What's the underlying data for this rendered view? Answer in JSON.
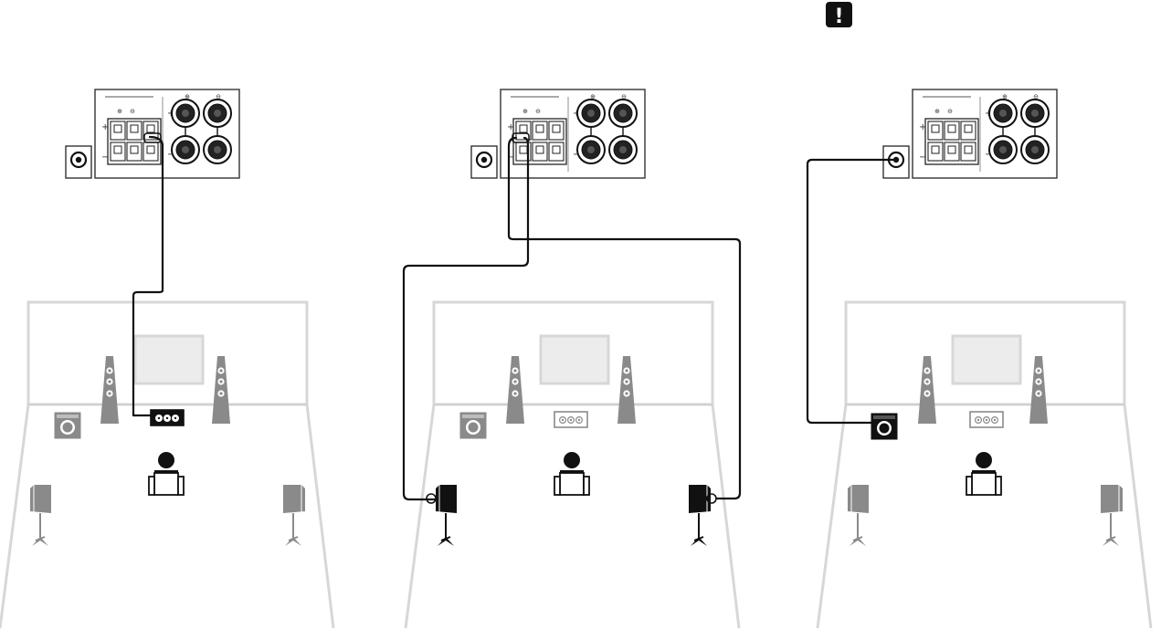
{
  "notice": {
    "icon": "caution-icon",
    "symbol": "!"
  },
  "colors": {
    "room": "#d7d7d7",
    "room_line": "#c9c9c9",
    "active": "#111111",
    "inactive": "#8a8a8a",
    "panel": "#ffffff"
  },
  "panels": [
    {
      "name": "subwoofer-centre-hookup",
      "active_speaker": "center-speaker",
      "terminal_symbols": [
        "⊕",
        "⊖"
      ],
      "speakers": [
        "front-left",
        "front-right",
        "center",
        "subwoofer",
        "surround-left",
        "surround-right"
      ]
    },
    {
      "name": "surround-hookup",
      "active_speaker": "surround-speakers",
      "terminal_symbols": [
        "⊕",
        "⊖"
      ],
      "speakers": [
        "front-left",
        "front-right",
        "center",
        "subwoofer",
        "surround-left",
        "surround-right"
      ]
    },
    {
      "name": "subwoofer-hookup",
      "active_speaker": "subwoofer",
      "terminal_symbols": [
        "⊕",
        "⊖"
      ],
      "speakers": [
        "front-left",
        "front-right",
        "center",
        "subwoofer",
        "surround-left",
        "surround-right"
      ]
    }
  ]
}
